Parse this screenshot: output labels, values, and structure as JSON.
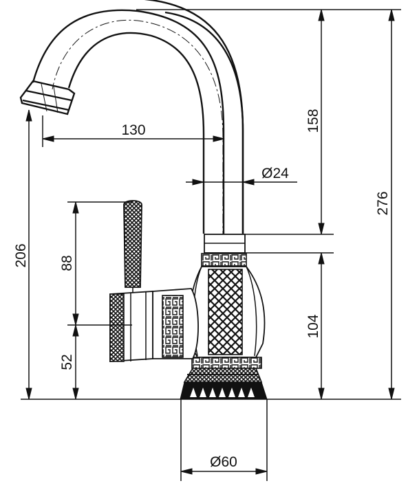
{
  "drawing": {
    "colors": {
      "line": "#111111",
      "background": "#ffffff"
    },
    "dimensions": {
      "spout_reach": "130",
      "spout_height": "158",
      "total_height": "276",
      "spout_diameter": "Ø24",
      "outlet_height": "206",
      "handle_length": "88",
      "handle_axis_height": "52",
      "body_height": "104",
      "base_diameter": "Ø60"
    }
  }
}
